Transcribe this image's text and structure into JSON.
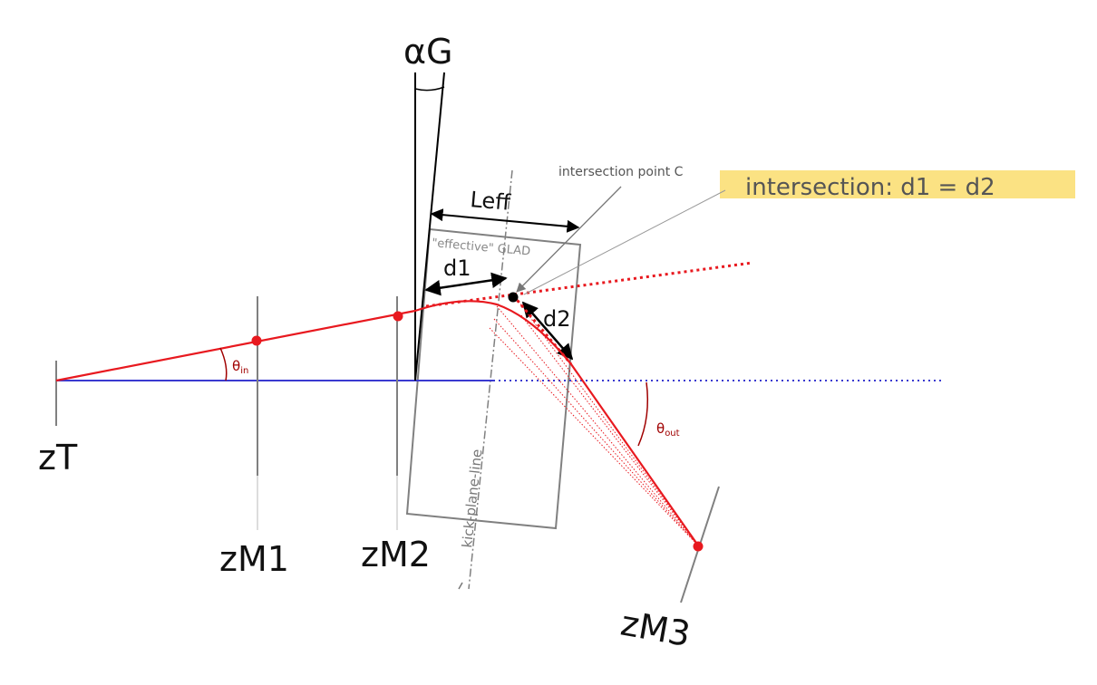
{
  "labels": {
    "alpha_g": "αG",
    "leff": "Leff",
    "intersection_point": "intersection point C",
    "intersection_note": "intersection: d1 = d2",
    "effective_glad": "\"effective\" GLAD",
    "d1": "d1",
    "d2": "d2",
    "theta_in": "θ",
    "theta_in_sub": "in",
    "theta_out": "θ",
    "theta_out_sub": "out",
    "kick_plane": "kick-plane-line",
    "zT": "zT",
    "zM1": "zM1",
    "zM2": "zM2",
    "zM3": "zM3"
  },
  "colors": {
    "track": "#e8191f",
    "beam_axis": "#3a3ad0",
    "highlight": "#fbe283",
    "grey": "#808080",
    "black": "#000000"
  }
}
